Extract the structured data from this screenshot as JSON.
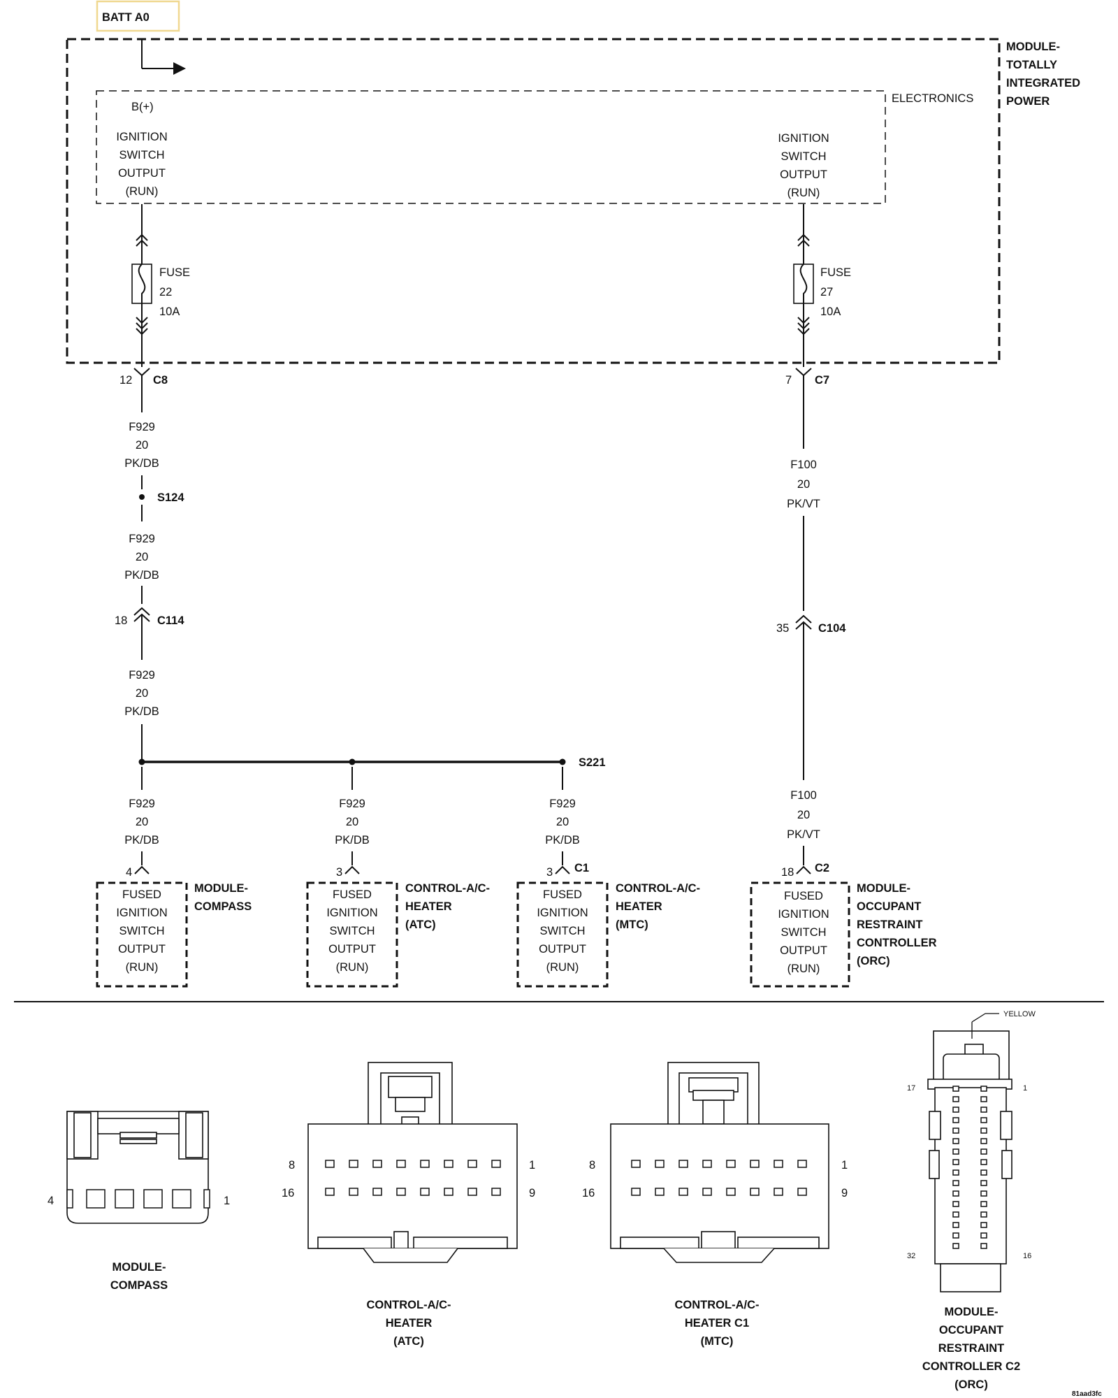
{
  "power_source": {
    "label": "BATT A0"
  },
  "tipm": {
    "label_lines": [
      "MODULE-",
      "TOTALLY",
      "INTEGRATED",
      "POWER"
    ],
    "electronics_label": "ELECTRONICS",
    "bplus_label": "B(+)",
    "left_output_lines": [
      "IGNITION",
      "SWITCH",
      "OUTPUT",
      "(RUN)"
    ],
    "right_output_lines": [
      "IGNITION",
      "SWITCH",
      "OUTPUT",
      "(RUN)"
    ]
  },
  "fuses": [
    {
      "lines": [
        "FUSE",
        "22",
        "10A"
      ]
    },
    {
      "lines": [
        "FUSE",
        "27",
        "10A"
      ]
    }
  ],
  "connectors": {
    "c8": {
      "pin": "12",
      "name": "C8"
    },
    "c7": {
      "pin": "7",
      "name": "C7"
    },
    "c114": {
      "pin": "18",
      "name": "C114"
    },
    "c104": {
      "pin": "35",
      "name": "C104"
    }
  },
  "splices": {
    "s124": "S124",
    "s221": "S221"
  },
  "wires": {
    "f929": [
      "F929",
      "20",
      "PK/DB"
    ],
    "f100": [
      "F100",
      "20",
      "PK/VT"
    ]
  },
  "loads": [
    {
      "pin": "4",
      "connector": "",
      "input_lines": [
        "FUSED",
        "IGNITION",
        "SWITCH",
        "OUTPUT",
        "(RUN)"
      ],
      "name_lines": [
        "MODULE-",
        "COMPASS"
      ]
    },
    {
      "pin": "3",
      "connector": "",
      "input_lines": [
        "FUSED",
        "IGNITION",
        "SWITCH",
        "OUTPUT",
        "(RUN)"
      ],
      "name_lines": [
        "CONTROL-A/C-",
        "HEATER",
        "(ATC)"
      ]
    },
    {
      "pin": "3",
      "connector": "C1",
      "input_lines": [
        "FUSED",
        "IGNITION",
        "SWITCH",
        "OUTPUT",
        "(RUN)"
      ],
      "name_lines": [
        "CONTROL-A/C-",
        "HEATER",
        "(MTC)"
      ]
    },
    {
      "pin": "18",
      "connector": "C2",
      "input_lines": [
        "FUSED",
        "IGNITION",
        "SWITCH",
        "OUTPUT",
        "(RUN)"
      ],
      "name_lines": [
        "MODULE-",
        "OCCUPANT",
        "RESTRAINT",
        "CONTROLLER",
        "(ORC)"
      ]
    }
  ],
  "connector_views": [
    {
      "caption_lines": [
        "MODULE-",
        "COMPASS"
      ],
      "pin_labels": [
        "4",
        "1"
      ]
    },
    {
      "caption_lines": [
        "CONTROL-A/C-",
        "HEATER",
        "(ATC)"
      ],
      "pin_labels": [
        "8",
        "1",
        "16",
        "9"
      ]
    },
    {
      "caption_lines": [
        "CONTROL-A/C-",
        "HEATER C1",
        "(MTC)"
      ],
      "pin_labels": [
        "8",
        "1",
        "16",
        "9"
      ]
    },
    {
      "caption_lines": [
        "MODULE-",
        "OCCUPANT",
        "RESTRAINT",
        "CONTROLLER C2",
        "(ORC)"
      ],
      "pin_labels": [
        "17",
        "1",
        "32",
        "16"
      ],
      "color_note": "YELLOW"
    }
  ],
  "figure_id": "81aad3fc"
}
